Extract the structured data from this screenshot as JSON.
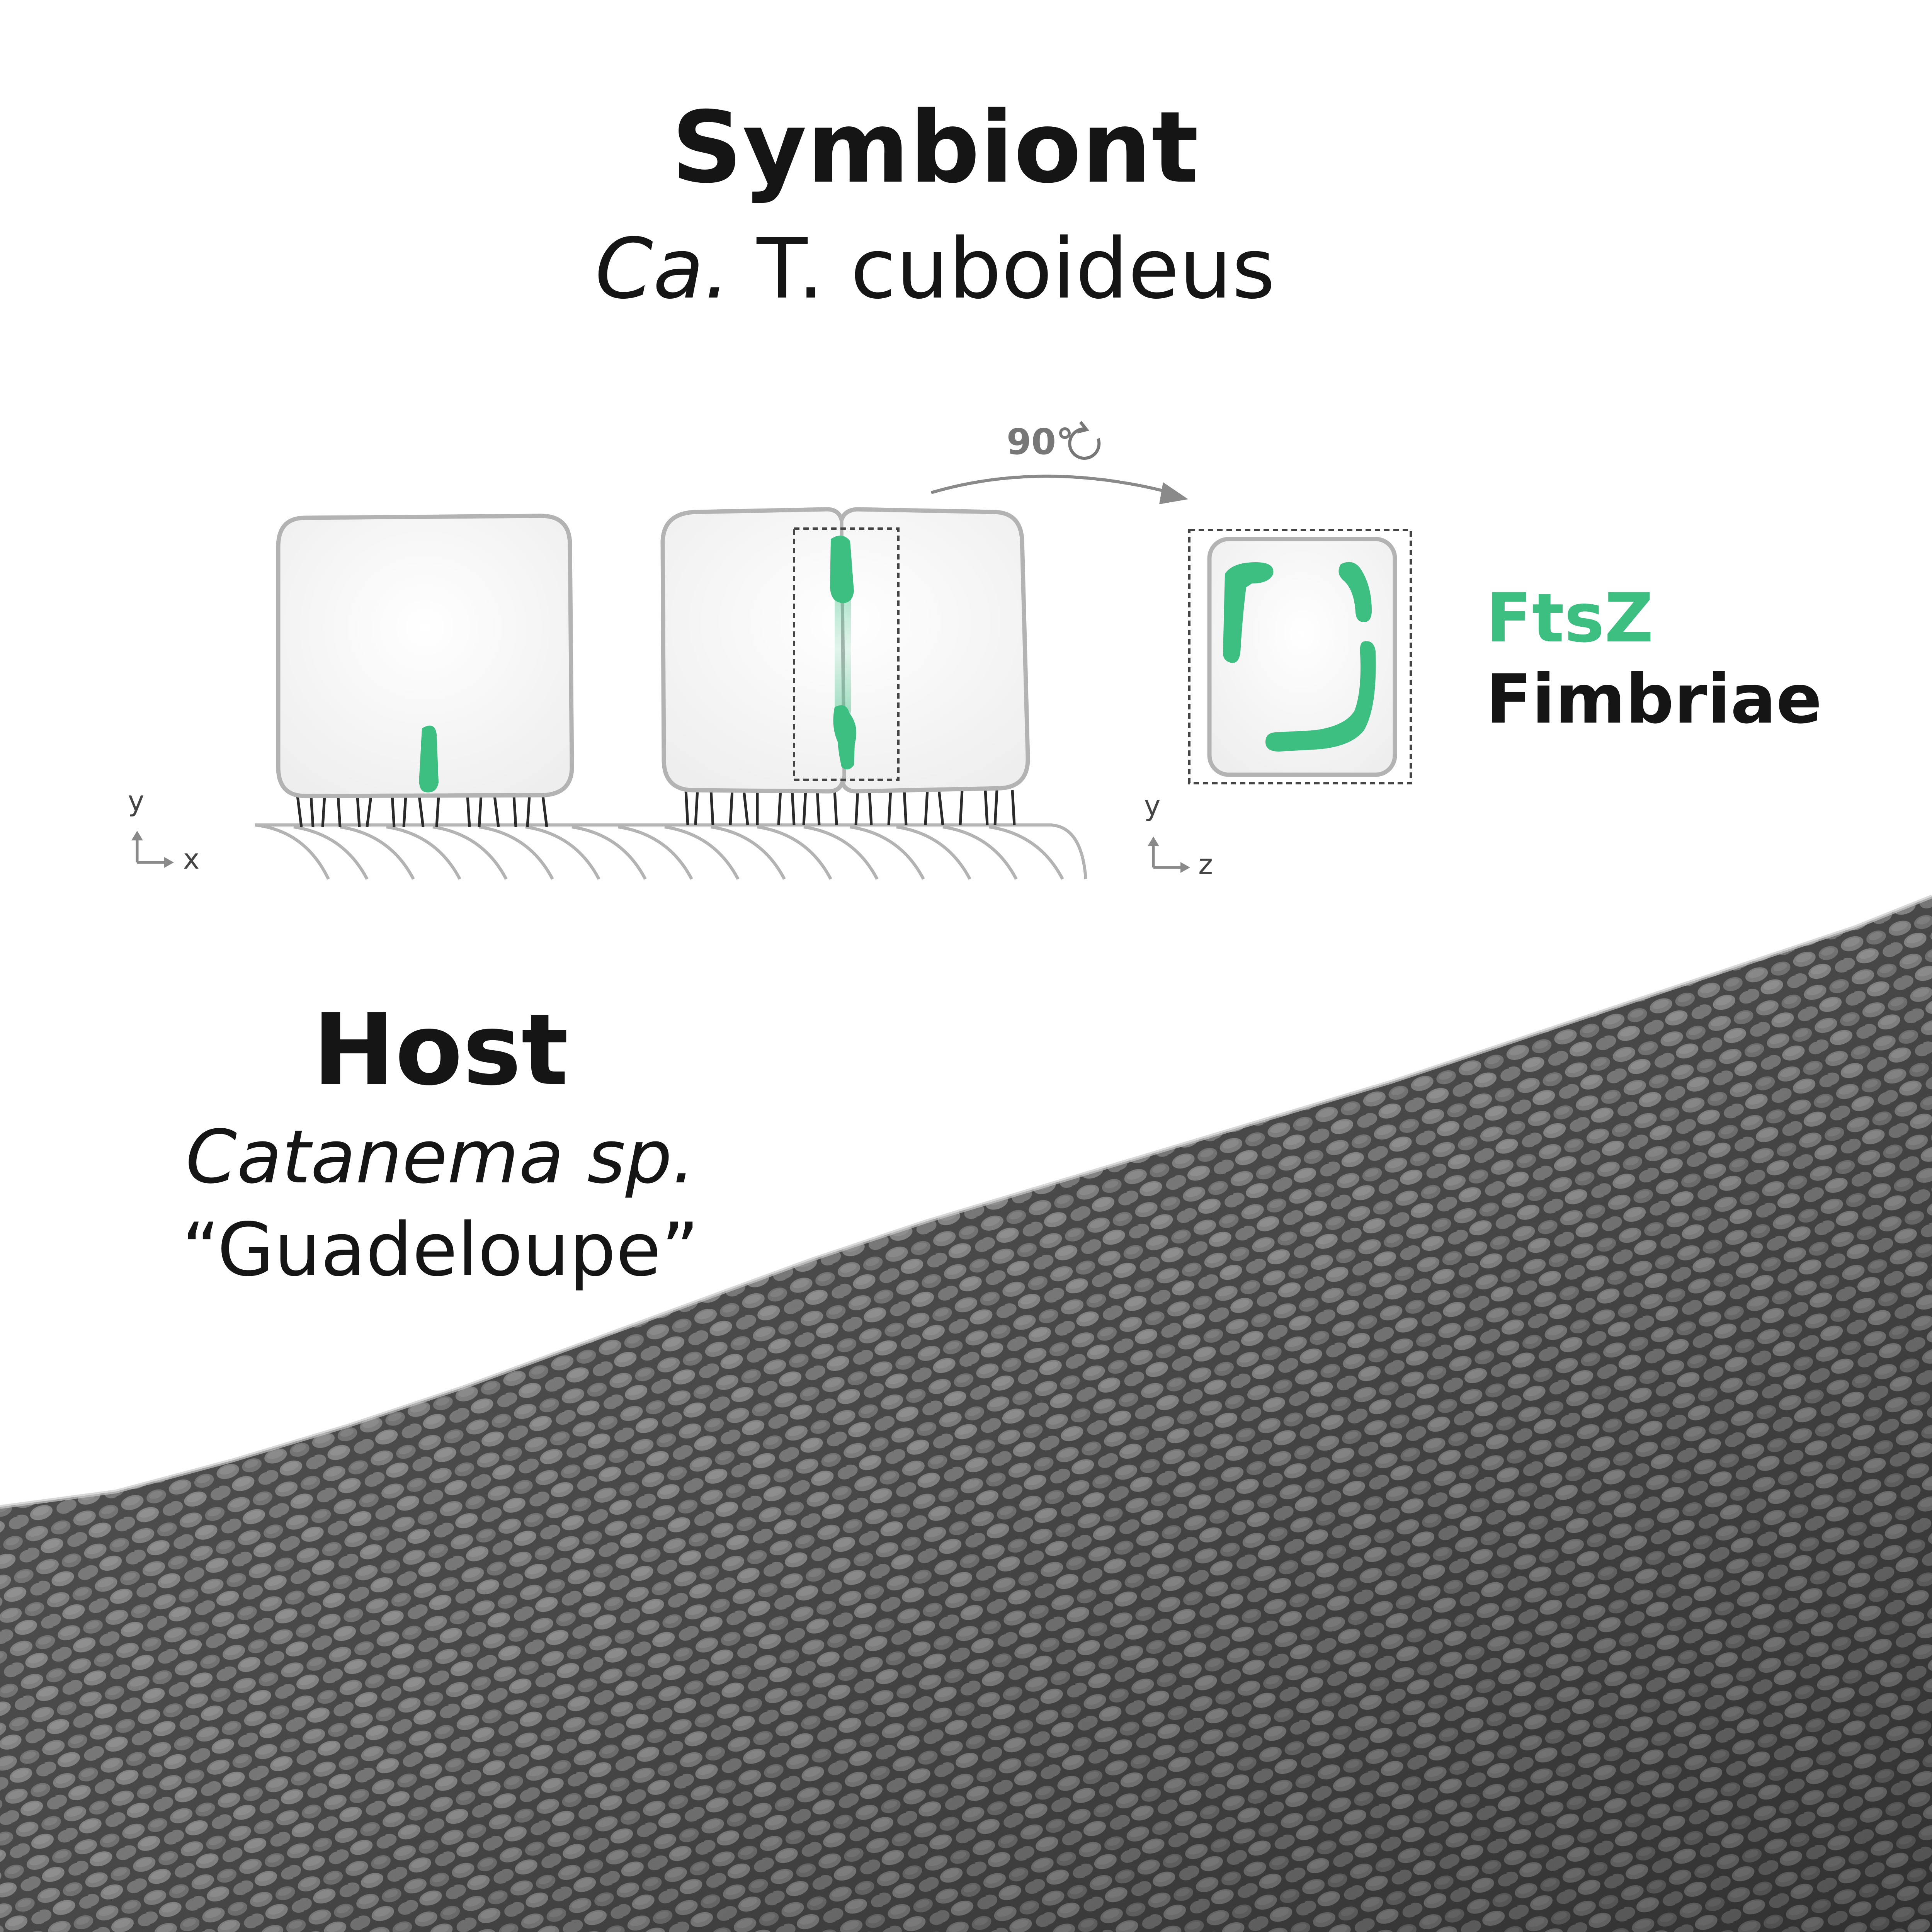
{
  "symbiont": {
    "title": "Symbiont",
    "species_italic": "Ca.",
    "species_rest": " T. cuboideus"
  },
  "host": {
    "title": "Host",
    "species_line1": "Catanema sp.",
    "species_line2": "“Guadeloupe”"
  },
  "diagram": {
    "rotation_label": "90°",
    "axes_left": {
      "vertical": "y",
      "horizontal": "x"
    },
    "axes_right": {
      "vertical": "y",
      "horizontal": "z"
    }
  },
  "legend": {
    "ftsz": "FtsZ",
    "fimbriae": "Fimbriae"
  },
  "colors": {
    "ftsz_green": "#3dbf82",
    "text": "#151515",
    "cell_outline": "#b3b3b3",
    "guide_gray": "#8a8a8a",
    "sem_dark": "#4a4a4a"
  }
}
